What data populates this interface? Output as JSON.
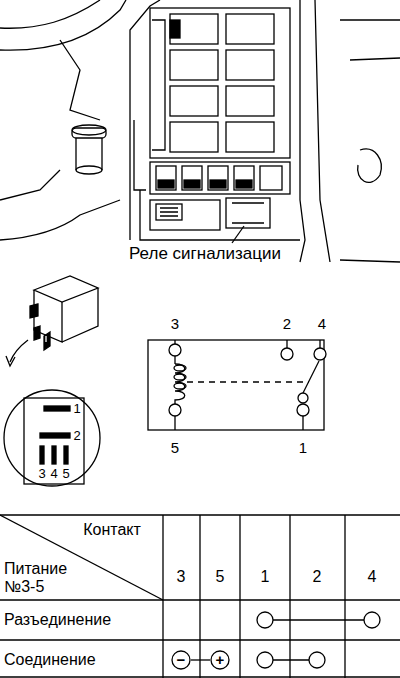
{
  "diagram": {
    "nodes": [
      {
        "text": [
          "−"
        ]
      },
      {
        "text": [
          "+"
        ]
      }
    ],
    "edges": [
      {
        "from": 0,
        "to": 1,
        "arrow": "none"
      }
    ],
    "labels": [
      "Реле сигнализации",
      "1",
      "2",
      "3",
      "4",
      "5",
      "3",
      "2",
      "4",
      "5",
      "1",
      "Контакт",
      "Питание №3-5",
      "3",
      "5",
      "1",
      "2",
      "4",
      "Разъединение",
      "Соединение"
    ]
  }
}
